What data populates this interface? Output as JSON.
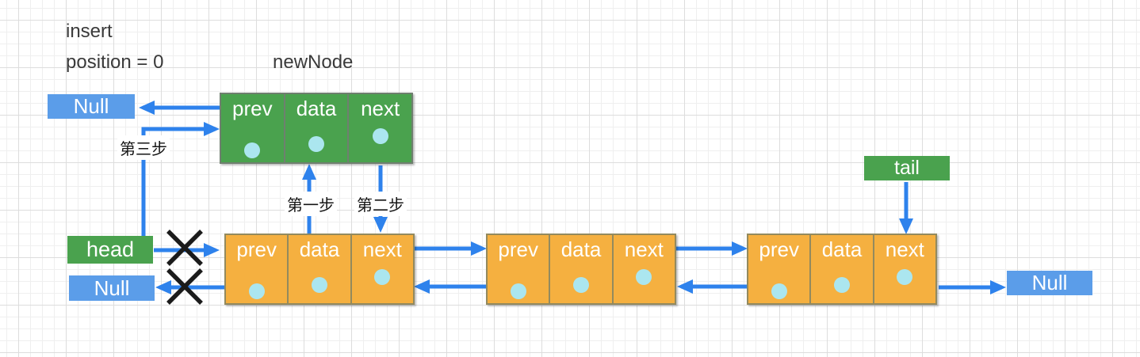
{
  "annotations": {
    "insert": "insert",
    "position": "position = 0",
    "new_node": "newNode"
  },
  "steps": {
    "step1": "第一步",
    "step2": "第二步",
    "step3": "第三步"
  },
  "pointers": {
    "head": "head",
    "tail": "tail",
    "null_top": "Null",
    "null_left": "Null",
    "null_right": "Null"
  },
  "cells": {
    "prev": "prev",
    "data": "data",
    "next": "next"
  },
  "colors": {
    "node_green": "#4aa24e",
    "node_orange": "#f5b040",
    "null_blue": "#5b9de9",
    "arrow_blue": "#2e82ec",
    "dot_cyan": "#abe6ef",
    "cross_black": "#1b1b1b",
    "text_dark": "#3a3a3a"
  }
}
